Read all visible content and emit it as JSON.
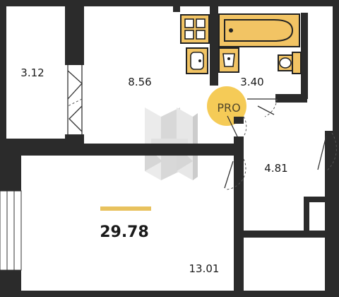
{
  "rooms": {
    "balcony_area": "3.12",
    "kitchen_area": "8.56",
    "bathroom_area": "3.40",
    "hallway_area": "4.81",
    "living_room_area": "13.01"
  },
  "total": {
    "area": "29.78"
  },
  "watermark": {
    "pro_text": "PRO"
  },
  "colors": {
    "wall": "#2b2b2b",
    "fixture_fill": "#f2c464",
    "accent_bar": "#e8c25e",
    "pro_badge": "#f3c23a",
    "logo_light": "#e8e8e8",
    "logo_dark": "#c4c4c4"
  },
  "icons": {
    "stove": "stove-icon",
    "sink": "sink-icon",
    "bathtub": "bathtub-icon",
    "toilet": "toilet-icon",
    "logo": "watermark-h-logo"
  }
}
